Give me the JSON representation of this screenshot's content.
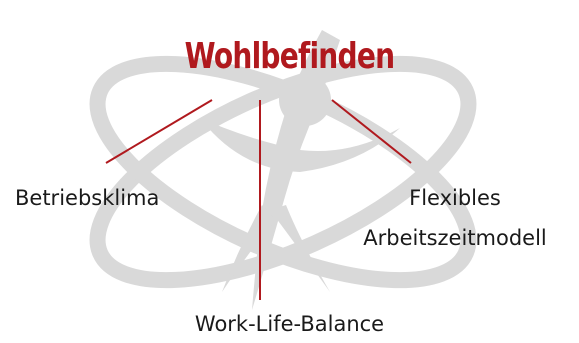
{
  "diagram": {
    "title": "Wohlbefinden",
    "labels": {
      "left": "Betriebsklima",
      "right_line1": "Flexibles",
      "right_line2": "Arbeitszeitmodell",
      "bottom": "Work-Life-Balance"
    }
  },
  "colors": {
    "accent": "#b0191e",
    "logo_gray": "#dadada",
    "text": "#1a1a1a"
  },
  "icons": {
    "background": "atom-person-logo"
  }
}
